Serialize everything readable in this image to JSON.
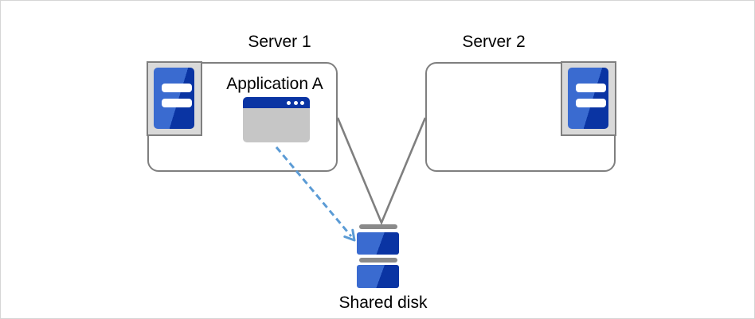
{
  "diagram": {
    "server1": {
      "label": "Server 1",
      "application": {
        "label": "Application A"
      }
    },
    "server2": {
      "label": "Server 2"
    },
    "shared_disk": {
      "label": "Shared disk"
    }
  },
  "colors": {
    "canvas-border": "#d6d6d6",
    "shape-border": "#7f7f7f",
    "frame-fill": "#d9d9d9",
    "icon-blue-light": "#3a6bd0",
    "icon-blue-dark": "#0a34a3",
    "window-body": "#c6c6c6",
    "disk-bar-gray": "#8a8a8a",
    "dashed-arrow-blue": "#5b9bd5",
    "text-color": "#000000"
  }
}
